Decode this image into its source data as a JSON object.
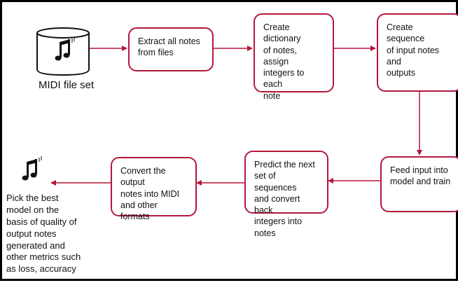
{
  "diagram": {
    "nodes": {
      "midi_caption": "MIDI file set",
      "extract": "Extract all notes\nfrom files",
      "dictionary": "Create dictionary\nof notes, assign\nintegers to each\nnote",
      "sequence": "Create sequence\nof input notes and\noutputs",
      "feed": "Feed input into\nmodel and train",
      "predict": "Predict the next\nset of sequences\nand convert back\nintegers into notes",
      "convert": "Convert the output\nnotes into MIDI\nand other formats",
      "final_note": "Pick the best\nmodel on the\nbasis of quality of\noutput notes\ngenerated and\nother metrics such\nas loss, accuracy"
    },
    "colors": {
      "arrow": "#b5173c",
      "box_border": "#b5173c",
      "frame": "#000000"
    },
    "icons": [
      "database-icon",
      "music-note-icon"
    ]
  }
}
